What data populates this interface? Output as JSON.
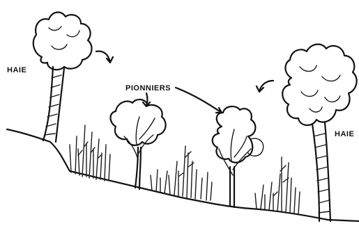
{
  "labels": {
    "hedge_left": "HAIE",
    "hedge_right": "HAIE",
    "pioneers": "PIONNIERS"
  },
  "colors": {
    "ink": "#111111",
    "paper": "#ffffff"
  }
}
